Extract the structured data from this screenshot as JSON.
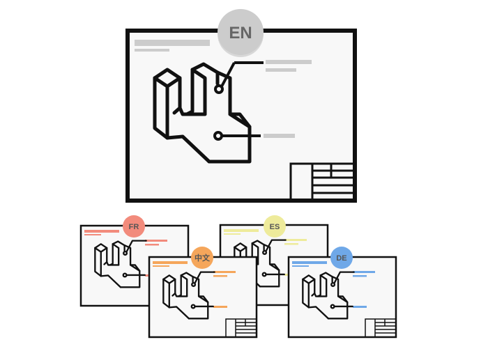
{
  "sheets": {
    "main": {
      "badge": "EN",
      "color": "#cccccc"
    },
    "fr": {
      "badge": "FR",
      "color": "#f28b7c"
    },
    "zh": {
      "badge": "中文",
      "color": "#f5a65b"
    },
    "es": {
      "badge": "ES",
      "color": "#eeeb9b"
    },
    "de": {
      "badge": "DE",
      "color": "#6fa8e8"
    }
  },
  "colors": {
    "line": "#111111",
    "paper": "#f8f8f8",
    "placeholder_text": "#cccccc",
    "badge_text_main": "#666666",
    "badge_text_small": "#555555"
  }
}
